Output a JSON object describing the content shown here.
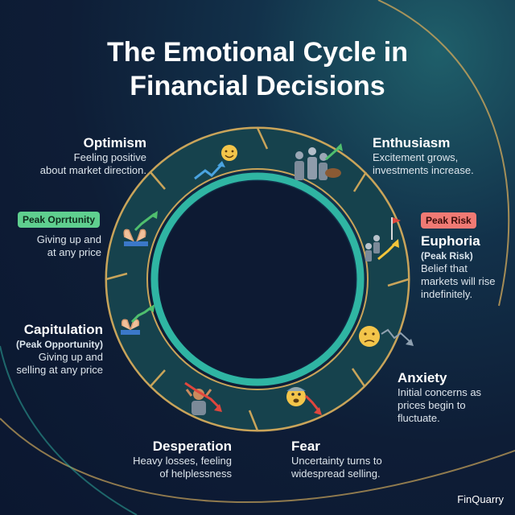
{
  "title": {
    "line1": "The Emotional Cycle in",
    "line2": "Financial Decisions"
  },
  "stages": {
    "optimism": {
      "title": "Optimism",
      "desc1": "Feeling positive",
      "desc2": "about market direction."
    },
    "enthusiasm": {
      "title": "Enthusiasm",
      "desc1": "Excitement grows,",
      "desc2": "investments increase."
    },
    "euphoria": {
      "badge": "Peak Risk",
      "title": "Euphoria",
      "sub": "(Peak Risk)",
      "desc1": "Belief that",
      "desc2": "markets will rise",
      "desc3": "indefinitely."
    },
    "anxiety": {
      "title": "Anxiety",
      "desc1": "Initial concerns as",
      "desc2": "prices begin to",
      "desc3": "fluctuate."
    },
    "fear": {
      "title": "Fear",
      "desc1": "Uncertainty turns to",
      "desc2": "widespread selling."
    },
    "desperation": {
      "title": "Desperation",
      "desc1": "Heavy losses, feeling",
      "desc2": "of helplessness"
    },
    "capitulation": {
      "title": "Capitulation",
      "sub": "(Peak Opportunity)",
      "desc1": "Giving up and",
      "desc2": "selling at any price"
    },
    "peak_opportunity": {
      "badge": "Peak Oprrtunity",
      "desc1": "Giving up and",
      "desc2": "at any price"
    }
  },
  "brand": "FinQuarry",
  "colors": {
    "ring_fill": "#16424d",
    "ring_border": "#c9a45a",
    "inner_ring": "#2fb5a3",
    "background": "#0e1d36"
  },
  "icons": [
    "chart-up-icon",
    "smile-icon",
    "crowd-bull-icon",
    "climber-icon",
    "worried-face-icon",
    "scared-face-icon",
    "stressed-person-icon",
    "hands-chart-icon"
  ]
}
